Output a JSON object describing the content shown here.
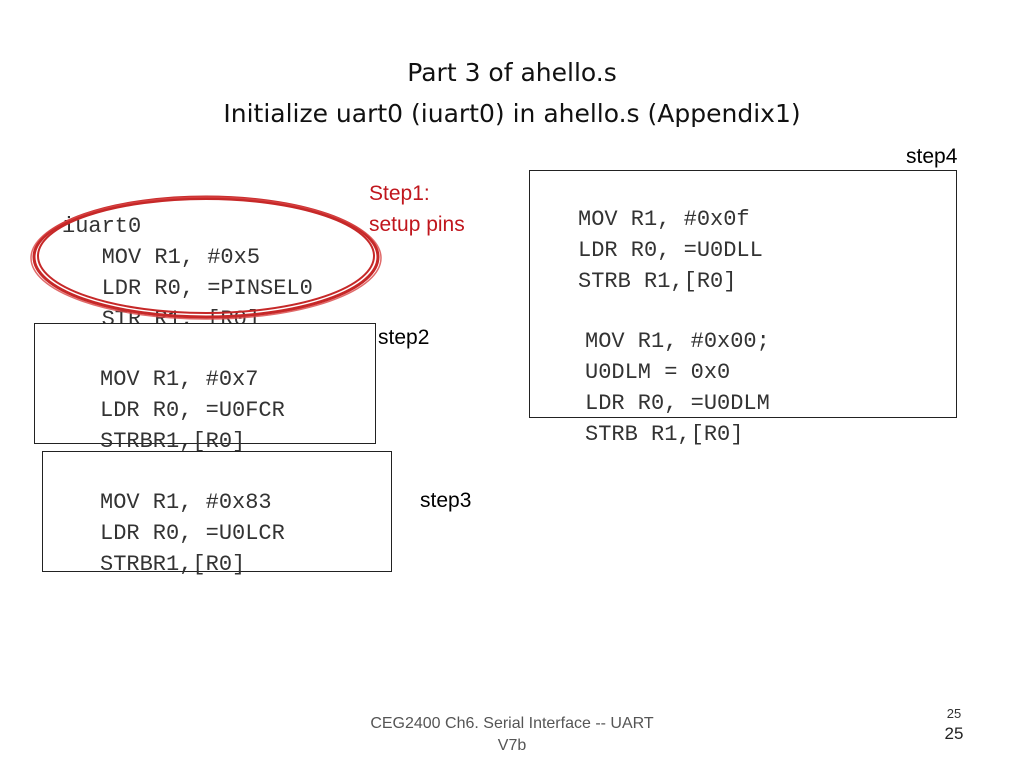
{
  "slide": {
    "title_line1": "Part 3 of ahello.s",
    "title_line2": "Initialize uart0 (iuart0) in ahello.s (Appendix1)"
  },
  "step1": {
    "label_line1": "Step1:",
    "label_line2": "setup pins",
    "lines": [
      "iuart0",
      "   MOV R1, #0x5",
      "   LDR R0, =PINSEL0",
      "   STR R1, [R0]"
    ]
  },
  "step2": {
    "label": "step2",
    "lines": [
      "MOV R1, #0x7",
      "LDR R0, =U0FCR",
      "STRBR1,[R0]"
    ]
  },
  "step3": {
    "label": "step3",
    "lines": [
      "MOV R1, #0x83",
      "LDR R0, =U0LCR",
      "STRBR1,[R0]"
    ]
  },
  "step4": {
    "label": "step4",
    "lines_a": [
      "MOV R1, #0x0f",
      "LDR R0, =U0DLL",
      "STRB R1,[R0]"
    ],
    "lines_b": [
      "MOV R1, #0x00;",
      "U0DLM = 0x0",
      "LDR R0, =U0DLM",
      "STRB R1,[R0]"
    ]
  },
  "footer": {
    "course_line1": "CEG2400 Ch6. Serial Interface -- UART",
    "course_line2": "V7b",
    "page_small": "25",
    "page_number": "25"
  },
  "colors": {
    "annotation_red": "#c0161d",
    "ellipse_red": "#c62828"
  }
}
